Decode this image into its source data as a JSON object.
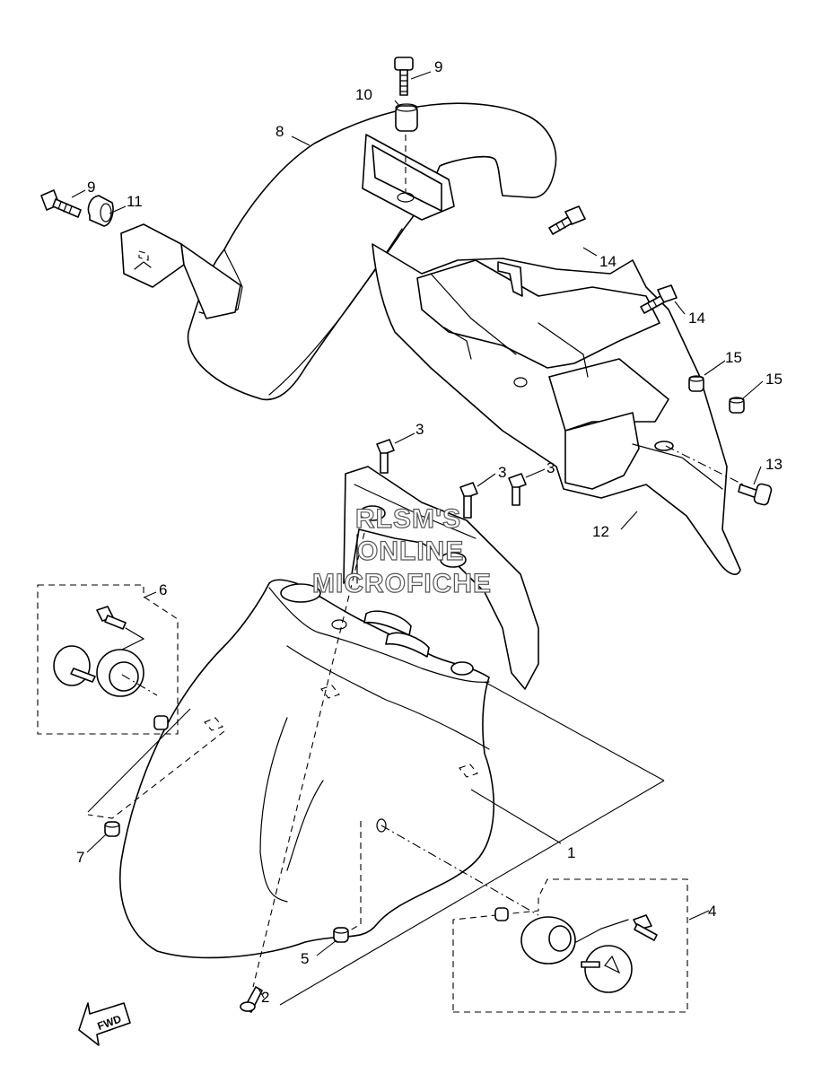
{
  "diagram": {
    "callouts": [
      {
        "id": "p1",
        "label": "1"
      },
      {
        "id": "p2",
        "label": "2"
      },
      {
        "id": "p3a",
        "label": "3"
      },
      {
        "id": "p3b",
        "label": "3"
      },
      {
        "id": "p3c",
        "label": "3"
      },
      {
        "id": "p4",
        "label": "4"
      },
      {
        "id": "p5",
        "label": "5"
      },
      {
        "id": "p6",
        "label": "6"
      },
      {
        "id": "p7",
        "label": "7"
      },
      {
        "id": "p8",
        "label": "8"
      },
      {
        "id": "p9a",
        "label": "9"
      },
      {
        "id": "p9b",
        "label": "9"
      },
      {
        "id": "p10",
        "label": "10"
      },
      {
        "id": "p11",
        "label": "11"
      },
      {
        "id": "p12",
        "label": "12"
      },
      {
        "id": "p13",
        "label": "13"
      },
      {
        "id": "p14a",
        "label": "14"
      },
      {
        "id": "p14b",
        "label": "14"
      },
      {
        "id": "p15a",
        "label": "15"
      },
      {
        "id": "p15b",
        "label": "15"
      }
    ],
    "watermark": [
      "RLSM'S",
      "ONLINE",
      "MICROFICHE"
    ],
    "fwd_label": "FWD"
  }
}
